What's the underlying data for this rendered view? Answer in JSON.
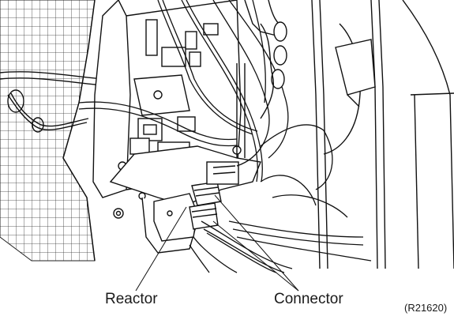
{
  "labels": {
    "reactor": "Reactor",
    "connector": "Connector",
    "figure_ref": "(R21620)"
  }
}
